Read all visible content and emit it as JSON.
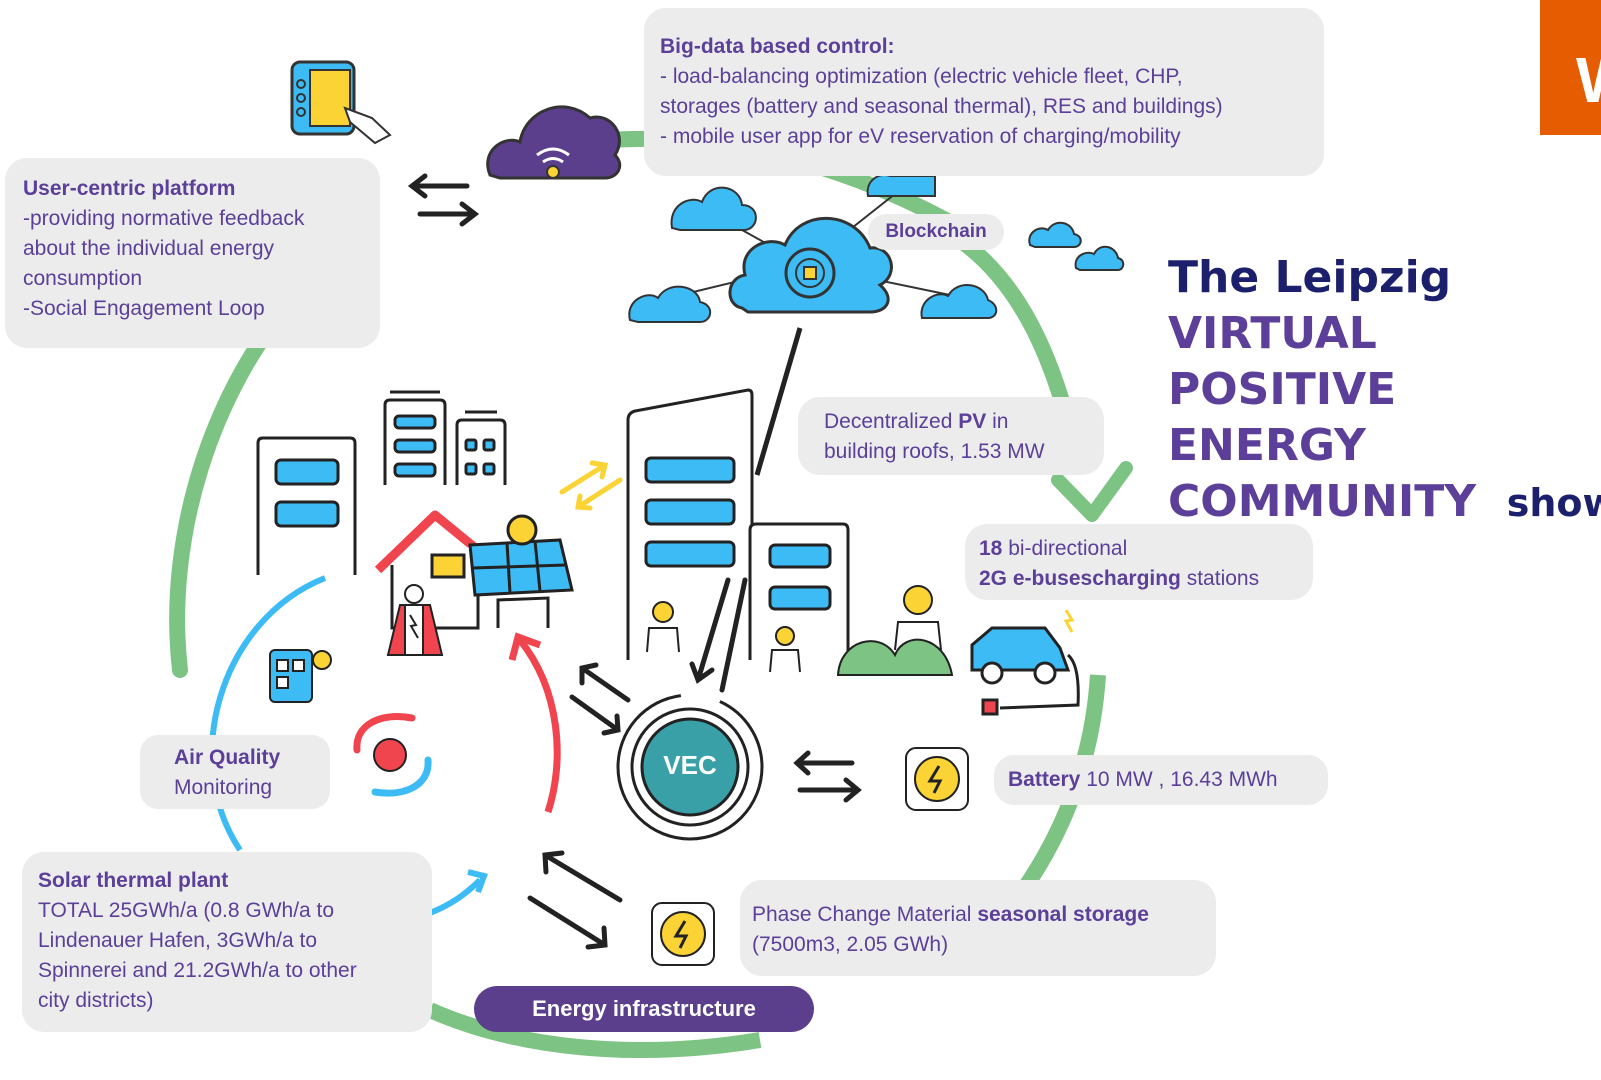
{
  "headline": {
    "part1": "The Leipzig ",
    "part2": "VIRTUAL",
    "part3": "POSITIVE ENERGY",
    "part4": "COMMUNITY",
    "part5": "show!"
  },
  "big_data": {
    "title": "Big-data based control:",
    "line1": "- load-balancing optimization (electric vehicle fleet, CHP,",
    "line2": "storages (battery and seasonal thermal), RES and buildings)",
    "line3": "- mobile user app for eV reservation of charging/mobility"
  },
  "user_platform": {
    "title": "User-centric platform",
    "line1": "-providing normative feedback",
    "line2": "about the individual energy",
    "line3": "consumption",
    "line4": "-Social Engagement Loop"
  },
  "blockchain": {
    "label": "Blockchain"
  },
  "pv": {
    "pre": "Decentralized ",
    "bold": "PV",
    "post": " in",
    "line2": "building roofs, 1.53 MW"
  },
  "ebus": {
    "bold1": "18",
    "text1": " bi-directional",
    "bold2": "2G e-busescharging",
    "text2": " stations"
  },
  "battery": {
    "bold": "Battery",
    "text": " 10 MW , 16.43 MWh"
  },
  "pcm": {
    "pre": "Phase Change Material ",
    "bold": "seasonal storage",
    "line2": "(7500m3, 2.05 GWh)"
  },
  "air_quality": {
    "line1": "Air Quality",
    "line2": "Monitoring"
  },
  "solar_thermal": {
    "title": "Solar thermal plant",
    "line1": "TOTAL 25GWh/a (0.8 GWh/a to",
    "line2": "Lindenauer Hafen, 3GWh/a to",
    "line3": "Spinnerei and 21.2GWh/a to other",
    "line4": "city districts)"
  },
  "energy_infrastructure": {
    "label": "Energy infrastructure"
  },
  "vec": {
    "label": "VEC"
  },
  "logo": {
    "letter": "W"
  },
  "colors": {
    "ring_green": "#7dc383",
    "cloud_blue": "#3dbbf5",
    "cloud_purple": "#5b3f8c",
    "window_blue": "#3dbbf5",
    "accent_yellow": "#fbd335",
    "arrow_red": "#f0454f",
    "box_gray": "#ececec",
    "text_purple": "#5b3f99",
    "navy": "#1c1f6b",
    "orange": "#e65c00"
  }
}
